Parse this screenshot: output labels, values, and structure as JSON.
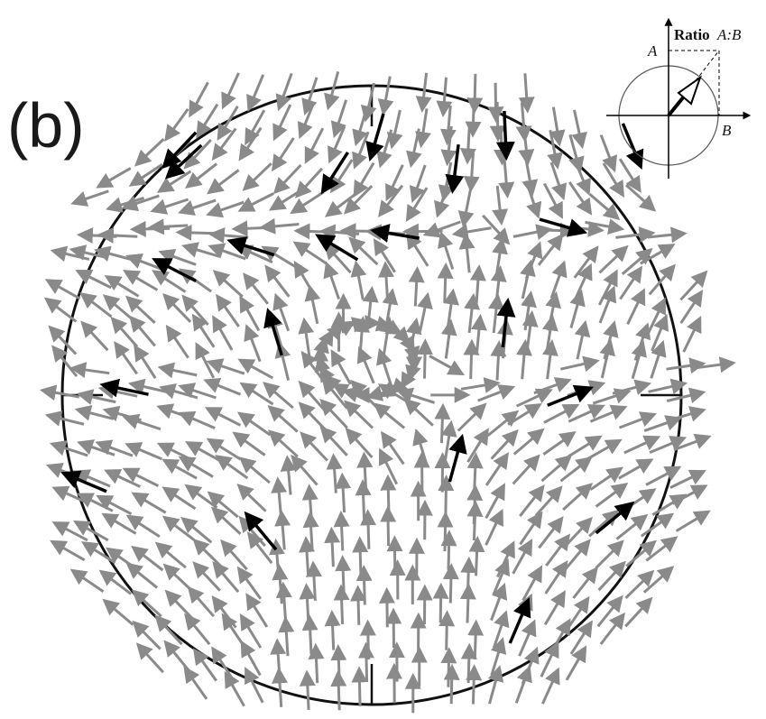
{
  "panel_label": "(b)",
  "legend": {
    "title_bold": "Ratio",
    "title_ratio": "A:B",
    "axis_a_label": "A",
    "axis_b_label": "B"
  },
  "colors": {
    "field_arrow": "#8a8a8a",
    "highlight_arrow": "#000000",
    "outline": "#111111",
    "background": "#ffffff"
  },
  "highlighted_arrow_count": 21
}
